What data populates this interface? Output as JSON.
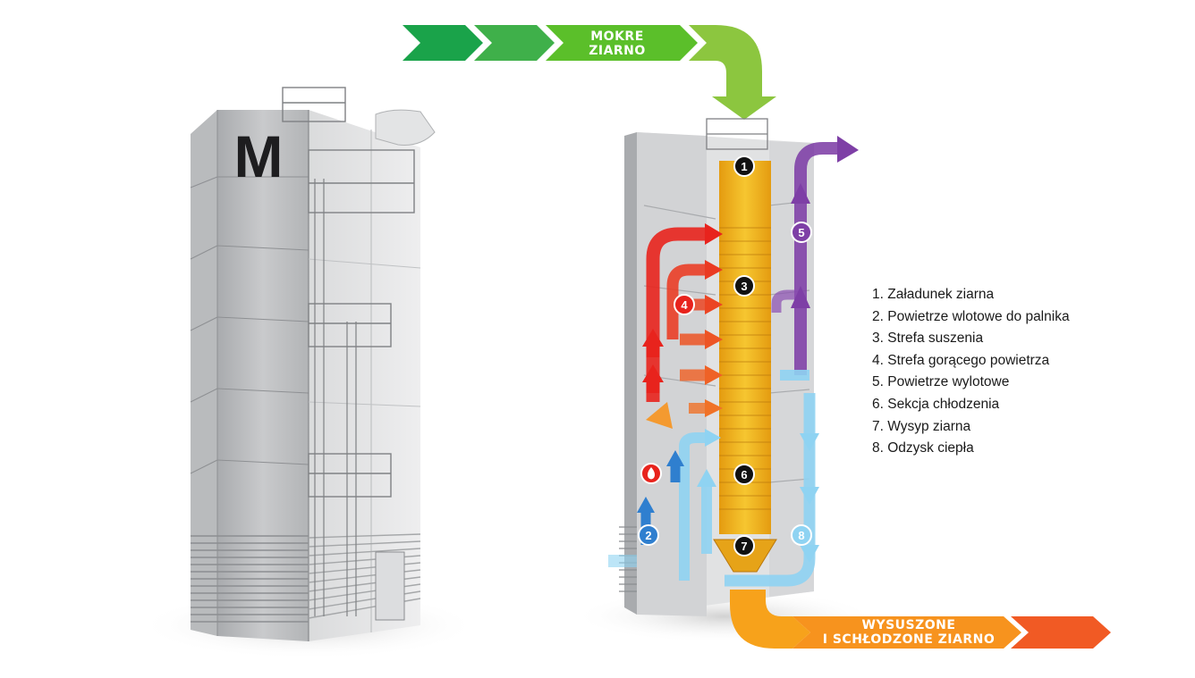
{
  "logo": {
    "letter": "M"
  },
  "input_banner": {
    "line1": "MOKRE",
    "line2": "ZIARNO",
    "color": "#5bbf2a"
  },
  "output_banner": {
    "line1": "WYSUSZONE",
    "line2": "I SCHŁODZONE ZIARNO",
    "color": "#f7931e"
  },
  "markers": [
    {
      "number": "1",
      "style": "dark"
    },
    {
      "number": "2",
      "style": "blue"
    },
    {
      "number": "3",
      "style": "dark"
    },
    {
      "number": "4",
      "style": "red"
    },
    {
      "number": "5",
      "style": "purple"
    },
    {
      "number": "6",
      "style": "dark"
    },
    {
      "number": "7",
      "style": "dark"
    },
    {
      "number": "8",
      "style": "lightblue"
    }
  ],
  "legend": {
    "items": [
      {
        "label": "1. Załadunek ziarna"
      },
      {
        "label": "2. Powietrze wlotowe do palnika"
      },
      {
        "label": "3. Strefa suszenia"
      },
      {
        "label": "4. Strefa gorącego powietrza"
      },
      {
        "label": "5. Powietrze wylotowe"
      },
      {
        "label": "6. Sekcja chłodzenia"
      },
      {
        "label": "7. Wysyp ziarna"
      },
      {
        "label": "8. Odzysk ciepła"
      }
    ]
  },
  "colors": {
    "hot_air": "#e8231d",
    "exhaust_air": "#7e3fa6",
    "cool_air": "#8fd3f2",
    "inlet_air": "#2f7fcf",
    "grain": "#f2b81b",
    "tower": "#cfd0d2"
  }
}
